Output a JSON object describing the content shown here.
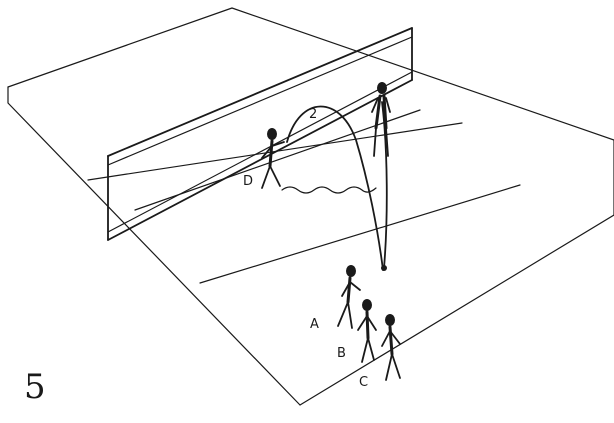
{
  "figure_number": "5",
  "labels": {
    "player_a": "A",
    "player_b": "B",
    "player_c": "C",
    "player_d": "D",
    "ball_path_number": "2"
  }
}
